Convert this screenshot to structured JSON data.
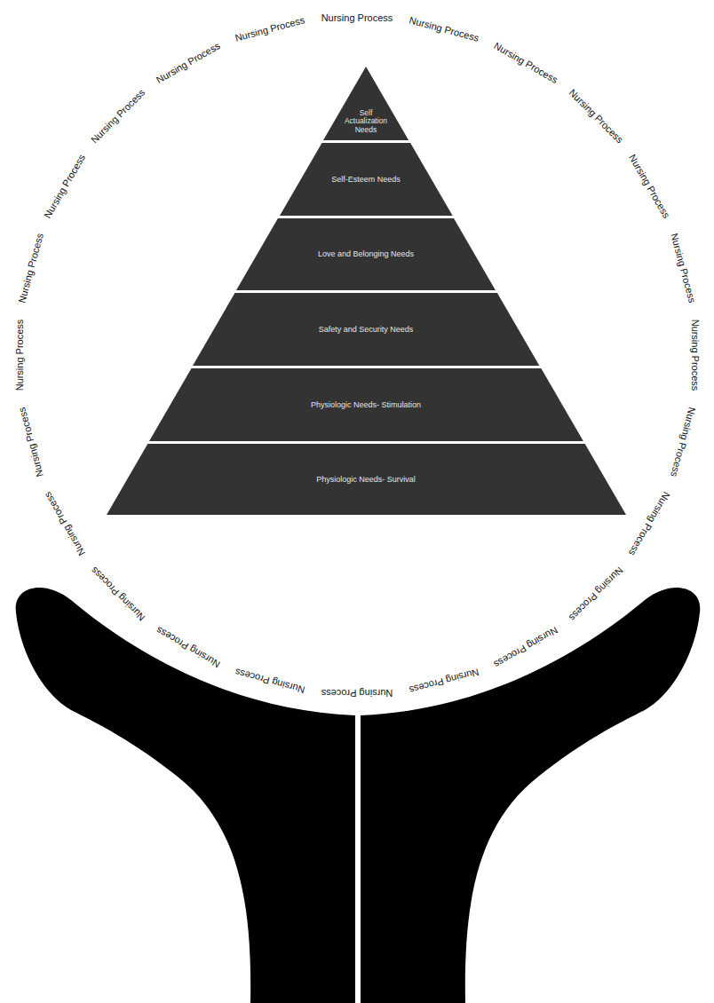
{
  "diagram": {
    "nodes": [
      {
        "text": [
          "Self Actualization Needs"
        ]
      },
      {
        "text": [
          "Self-Esteem Needs"
        ]
      },
      {
        "text": [
          "Love and Belonging Needs"
        ]
      },
      {
        "text": [
          "Safety and Security Needs"
        ]
      },
      {
        "text": [
          "Physiologic Needs- Stimulation"
        ]
      },
      {
        "text": [
          "Physiologic Needs- Survival"
        ]
      }
    ],
    "labels": [
      "Nursing Process",
      "Nursing Process",
      "Nursing Process",
      "Nursing Process",
      "Nursing Process",
      "Nursing Process",
      "Nursing Process",
      "Nursing Process",
      "Nursing Process",
      "Nursing Process",
      "Nursing Process",
      "Nursing Process",
      "Nursing Process",
      "Nursing Process",
      "Nursing Process",
      "Nursing Process",
      "Nursing Process",
      "Nursing Process",
      "Nursing Process",
      "Nursing Process",
      "Nursing Process",
      "Nursing Process",
      "Nursing Process",
      "Nursing Process"
    ]
  }
}
